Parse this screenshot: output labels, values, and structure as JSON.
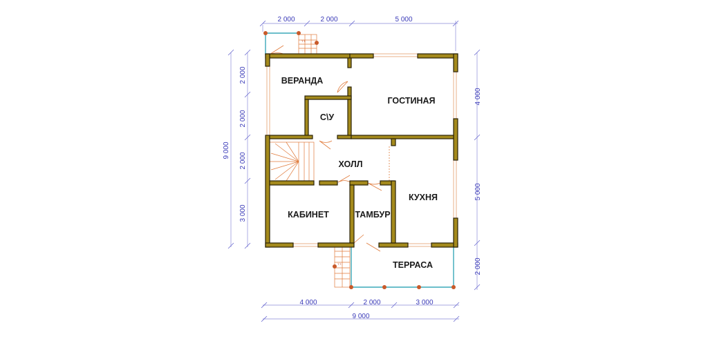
{
  "rooms": {
    "veranda": "ВЕРАНДА",
    "living": "ГОСТИНАЯ",
    "wc": "С\\У",
    "hall": "ХОЛЛ",
    "kitchen": "КУХНЯ",
    "office": "КАБИНЕТ",
    "vestibule": "ТАМБУР",
    "terrace": "ТЕРРАСА"
  },
  "dimensions": {
    "top": [
      "2 000",
      "2 000",
      "5 000"
    ],
    "bottom": [
      "4 000",
      "2 000",
      "3 000"
    ],
    "bottom_total": "9 000",
    "left": [
      "2 000",
      "2 000",
      "2 000",
      "3 000"
    ],
    "left_total": "9 000",
    "right": [
      "4 000",
      "5 000",
      "2 000"
    ]
  },
  "colors": {
    "wall": "#a48a1c",
    "dimension": "#3a3ab8",
    "door": "#e07a3a",
    "railing": "#3aa8b8"
  }
}
